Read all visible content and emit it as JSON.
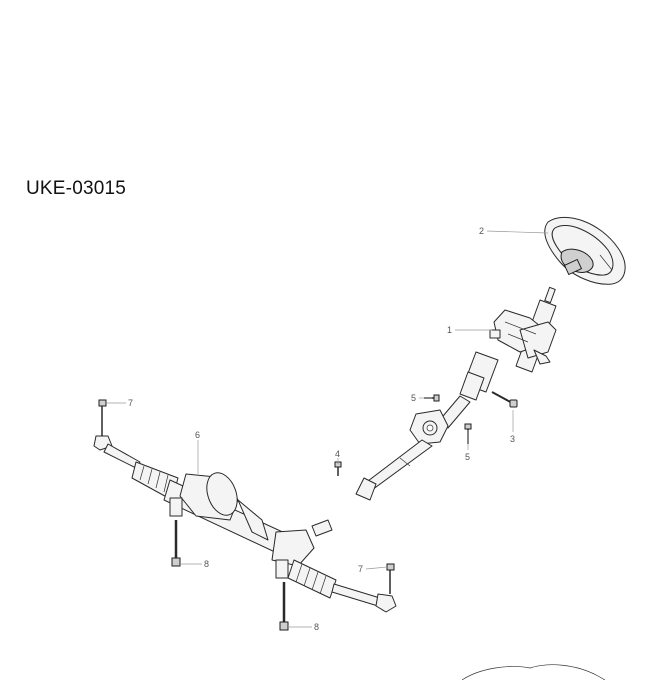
{
  "diagram": {
    "code": "UKE-03015",
    "callouts": [
      {
        "id": "callout-2",
        "label": "2"
      },
      {
        "id": "callout-1",
        "label": "1"
      },
      {
        "id": "callout-5a",
        "label": "5"
      },
      {
        "id": "callout-3",
        "label": "3"
      },
      {
        "id": "callout-5b",
        "label": "5"
      },
      {
        "id": "callout-4",
        "label": "4"
      },
      {
        "id": "callout-7a",
        "label": "7"
      },
      {
        "id": "callout-6",
        "label": "6"
      },
      {
        "id": "callout-8a",
        "label": "8"
      },
      {
        "id": "callout-7b",
        "label": "7"
      },
      {
        "id": "callout-8b",
        "label": "8"
      }
    ]
  }
}
